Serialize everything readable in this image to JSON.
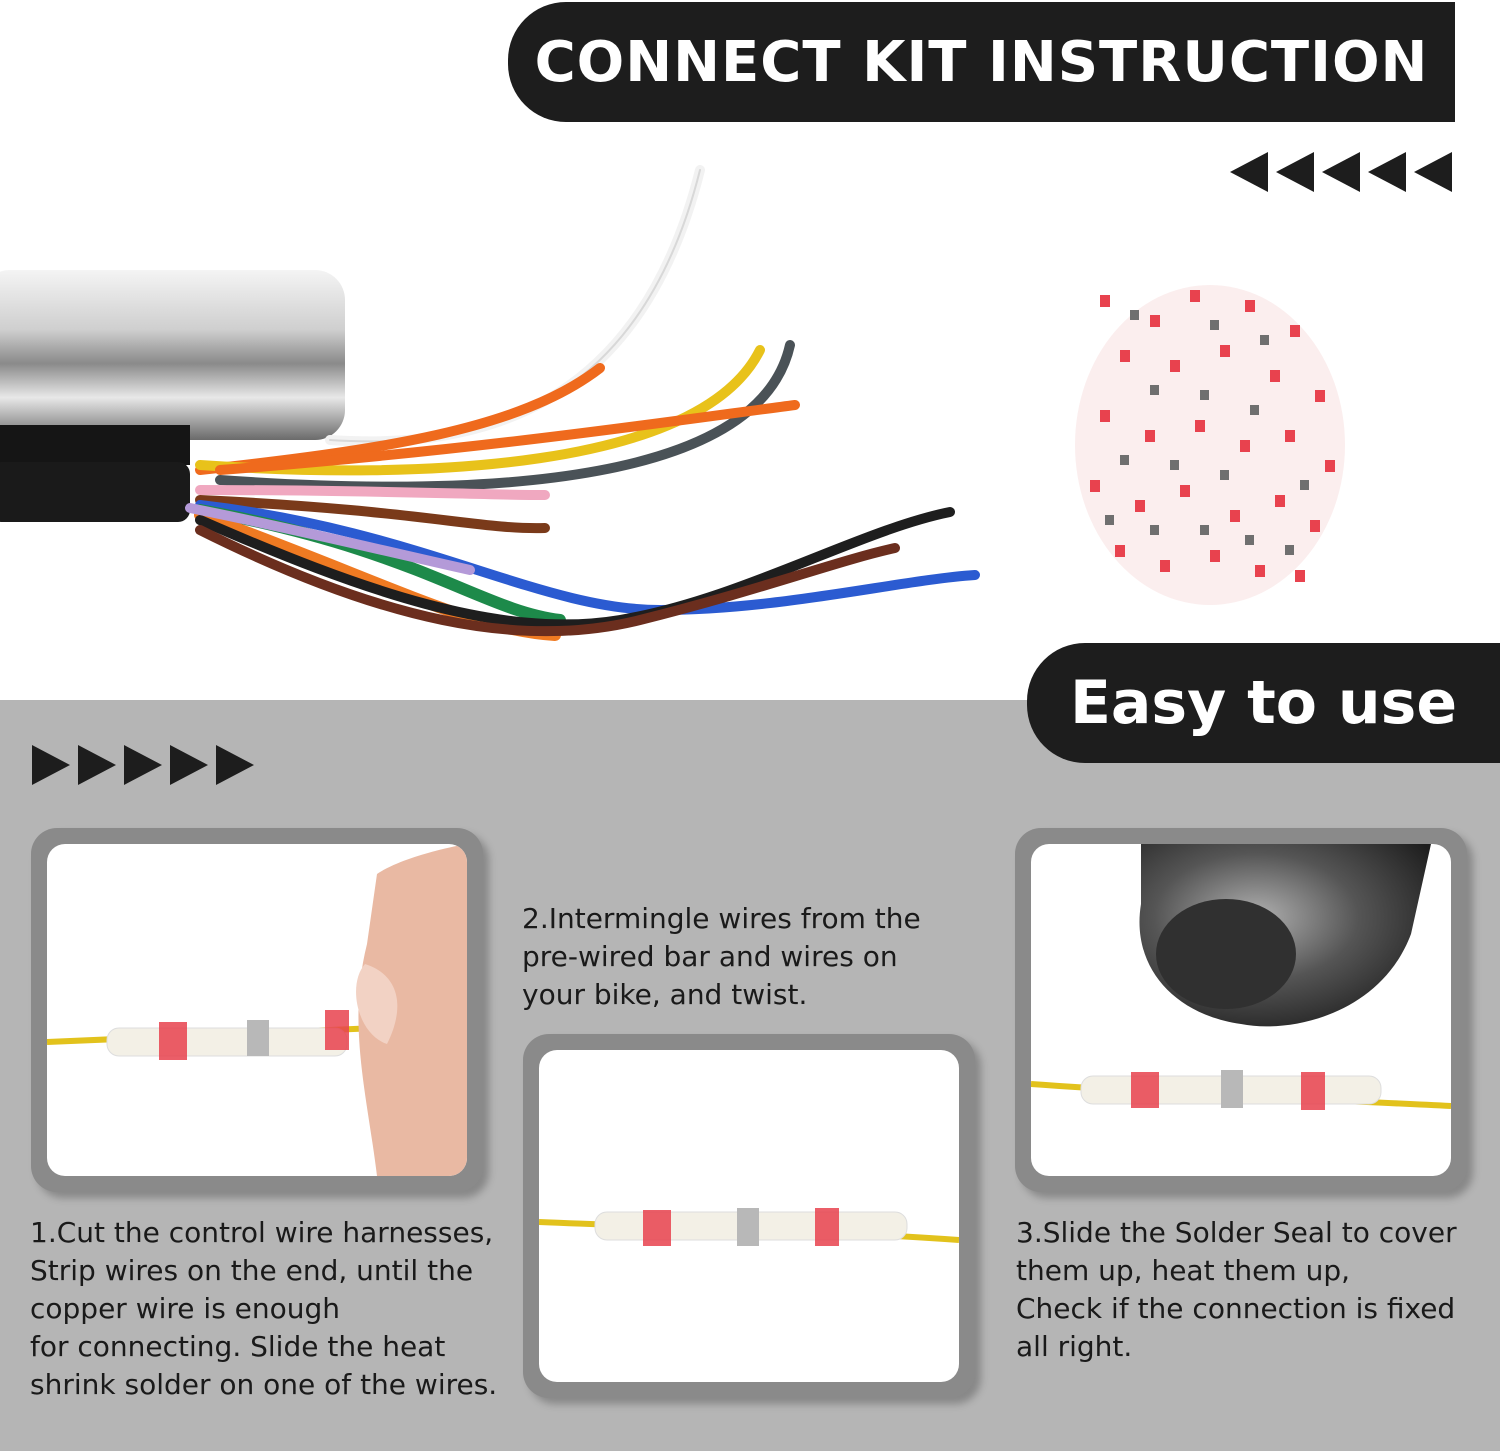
{
  "header": {
    "title": "CONNECT KIT INSTRUCTION"
  },
  "banner": {
    "label": "Easy to use"
  },
  "steps": [
    {
      "text": "1.Cut the control wire harnesses,\nStrip wires on the end, until the\ncopper wire is enough\nfor connecting. Slide the heat\nshrink solder on one of the wires."
    },
    {
      "text": "2.Intermingle wires from the\npre-wired bar and wires on\nyour bike, and twist."
    },
    {
      "text": "3.Slide the Solder Seal to cover\nthem up, heat them up,\nCheck if the connection is fixed\nall right."
    }
  ],
  "colors": {
    "banner_bg": "#1d1d1d",
    "panel_bg": "#b5b5b5",
    "frame": "#8a8a8a",
    "seal_red": "#e8424e",
    "wire_yellow": "#e2c21c"
  }
}
